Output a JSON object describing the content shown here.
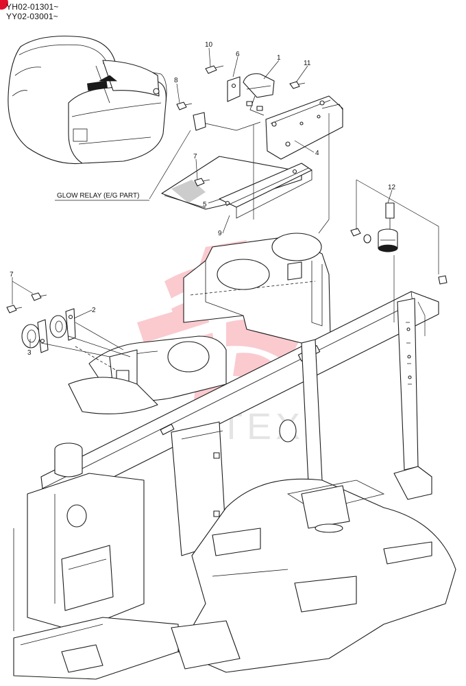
{
  "header": {
    "serial_lines": [
      "YH02-01301~",
      "YY02-03001~"
    ]
  },
  "callouts": [
    {
      "id": "1",
      "label": "1"
    },
    {
      "id": "2",
      "label": "2"
    },
    {
      "id": "3",
      "label": "3"
    },
    {
      "id": "4",
      "label": "4"
    },
    {
      "id": "5",
      "label": "5"
    },
    {
      "id": "6",
      "label": "6"
    },
    {
      "id": "7a",
      "label": "7"
    },
    {
      "id": "7b",
      "label": "7"
    },
    {
      "id": "8",
      "label": "8"
    },
    {
      "id": "9",
      "label": "9"
    },
    {
      "id": "10",
      "label": "10"
    },
    {
      "id": "11",
      "label": "11"
    },
    {
      "id": "12",
      "label": "12"
    }
  ],
  "annotations": {
    "glow_relay": "GLOW RELAY (E/G PART)"
  },
  "watermark": {
    "text": "HITEX",
    "color": "#f05060"
  },
  "colors": {
    "line": "#1a1a1a",
    "tab": "#e0102a"
  }
}
